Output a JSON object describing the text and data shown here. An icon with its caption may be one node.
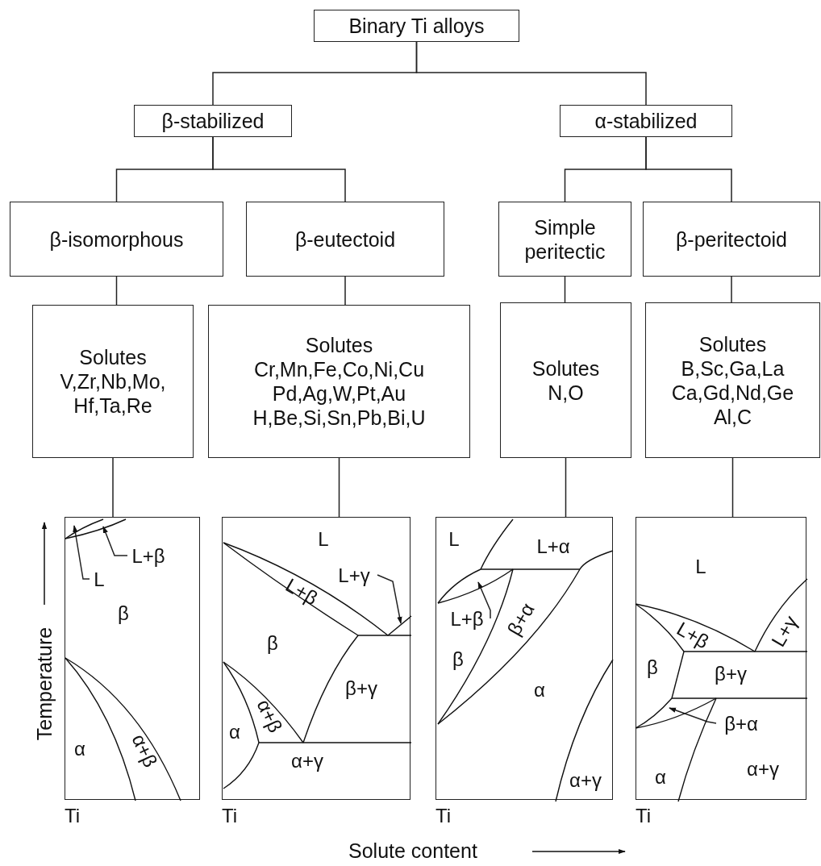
{
  "diagram": {
    "nodes": [
      {
        "text": [
          "Binary Ti alloys"
        ]
      },
      {
        "text": [
          "β-stabilized"
        ]
      },
      {
        "text": [
          "α-stabilized"
        ]
      },
      {
        "text": [
          "β-isomorphous"
        ]
      },
      {
        "text": [
          "β-eutectoid"
        ]
      },
      {
        "text": [
          "Simple peritectic"
        ]
      },
      {
        "text": [
          "β-peritectoid"
        ]
      },
      {
        "text": [
          "Solutes",
          "V,Zr,Nb,Mo, Hf,Ta,Re"
        ]
      },
      {
        "text": [
          "Solutes",
          "Cr,Mn,Fe,Co,Ni,Cu Pd,Ag,W,Pt,Au H,Be,Si,Sn,Pb,Bi,U"
        ]
      },
      {
        "text": [
          "Solutes",
          "N,O"
        ]
      },
      {
        "text": [
          "Solutes",
          "B,Sc,Ga,La Ca,Gd,Nd,Ge Al,C"
        ]
      },
      {
        "text": [
          "β",
          "α",
          "α+β"
        ],
        "beside": [
          "Ti"
        ]
      },
      {
        "text": [
          "L",
          "L+β",
          "β",
          "α+β",
          "β+γ",
          "α",
          "α+γ"
        ],
        "beside": [
          "Ti"
        ]
      },
      {
        "text": [
          "L",
          "L+α",
          "β+α",
          "β",
          "α",
          "α+γ"
        ],
        "beside": [
          "Ti"
        ]
      },
      {
        "text": [
          "L",
          "L+β",
          "L+γ",
          "β",
          "β+γ",
          "α",
          "α+γ"
        ],
        "beside": [
          "Ti"
        ]
      },
      {
        "text": [
          "L"
        ],
        "in": 11
      },
      {
        "text": [
          "L+β"
        ],
        "in": 11
      },
      {
        "text": [
          "L+γ"
        ],
        "in": 12
      },
      {
        "text": [
          "L+β"
        ],
        "in": 13
      },
      {
        "text": [
          "β+α"
        ],
        "in": 14
      }
    ],
    "edges": [
      {
        "from": 0,
        "to": 1,
        "arrow": "none"
      },
      {
        "from": 0,
        "to": 2,
        "arrow": "none"
      },
      {
        "from": 1,
        "to": 3,
        "arrow": "none"
      },
      {
        "from": 1,
        "to": 4,
        "arrow": "none"
      },
      {
        "from": 2,
        "to": 5,
        "arrow": "none"
      },
      {
        "from": 2,
        "to": 6,
        "arrow": "none"
      },
      {
        "from": 3,
        "to": 7,
        "arrow": "none"
      },
      {
        "from": 4,
        "to": 8,
        "arrow": "none"
      },
      {
        "from": 5,
        "to": 9,
        "arrow": "none"
      },
      {
        "from": 6,
        "to": 10,
        "arrow": "none"
      },
      {
        "from": 7,
        "to": 11,
        "arrow": "none"
      },
      {
        "from": 8,
        "to": 12,
        "arrow": "none"
      },
      {
        "from": 9,
        "to": 13,
        "arrow": "none"
      },
      {
        "from": 10,
        "to": 14,
        "arrow": "none"
      },
      {
        "from": 15,
        "to": null,
        "arrow": "to"
      },
      {
        "from": 16,
        "to": null,
        "arrow": "to"
      },
      {
        "from": 17,
        "to": null,
        "arrow": "to"
      },
      {
        "from": 18,
        "to": null,
        "arrow": "to"
      },
      {
        "from": 19,
        "to": null,
        "arrow": "to"
      }
    ],
    "labels": [
      "Temperature",
      "Solute content"
    ]
  }
}
